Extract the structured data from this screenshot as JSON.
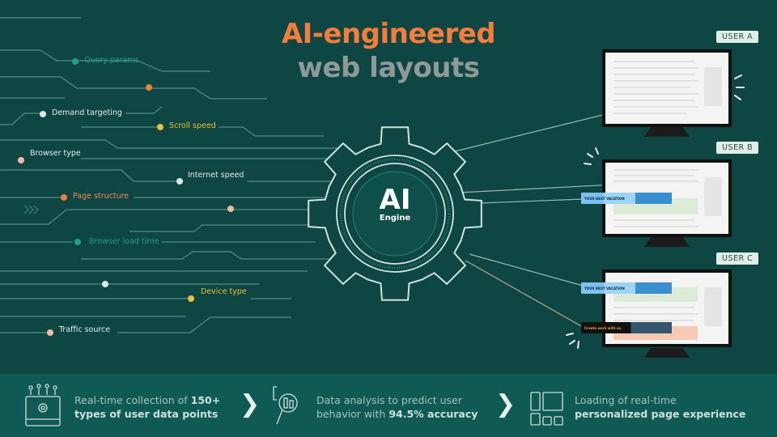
{
  "title": {
    "line1": "AI-engineered",
    "line2": "web layouts"
  },
  "engine": {
    "main": "AI",
    "sub": "Engine"
  },
  "data_points": [
    {
      "label": "Query params",
      "color": "#1fa08a"
    },
    {
      "label": "Demand targeting",
      "color": "#dde8e4"
    },
    {
      "label": "Scroll speed",
      "color": "#e8c33a"
    },
    {
      "label": "Browser type",
      "color": "#f3b9a3"
    },
    {
      "label": "Internet speed",
      "color": "#dde8e4"
    },
    {
      "label": "Page structure",
      "color": "#f47c3c"
    },
    {
      "label": "Browser load time",
      "color": "#1fa08a"
    },
    {
      "label": "Device type",
      "color": "#e8c33a"
    },
    {
      "label": "Traffic source",
      "color": "#dde8e4"
    }
  ],
  "users": [
    {
      "label": "USER A"
    },
    {
      "label": "USER B",
      "ad": "YOUR NEXT VACATION"
    },
    {
      "label": "USER C",
      "ad": "YOUR NEXT VACATION",
      "ad2": "Create work with us."
    }
  ],
  "footer": {
    "step1": {
      "text": "Real-time collection of ",
      "bold1": "150+",
      "bold2": "types of user data points"
    },
    "step2": {
      "text1": "Data analysis to predict user",
      "text2": "behavior with ",
      "bold": "94.5% accuracy"
    },
    "step3": {
      "text": "Loading of real-time",
      "bold": "personalized page experience"
    }
  },
  "colors": {
    "background": "#0d4643",
    "accent": "#f47c3c",
    "footer": "#0f5a54"
  }
}
